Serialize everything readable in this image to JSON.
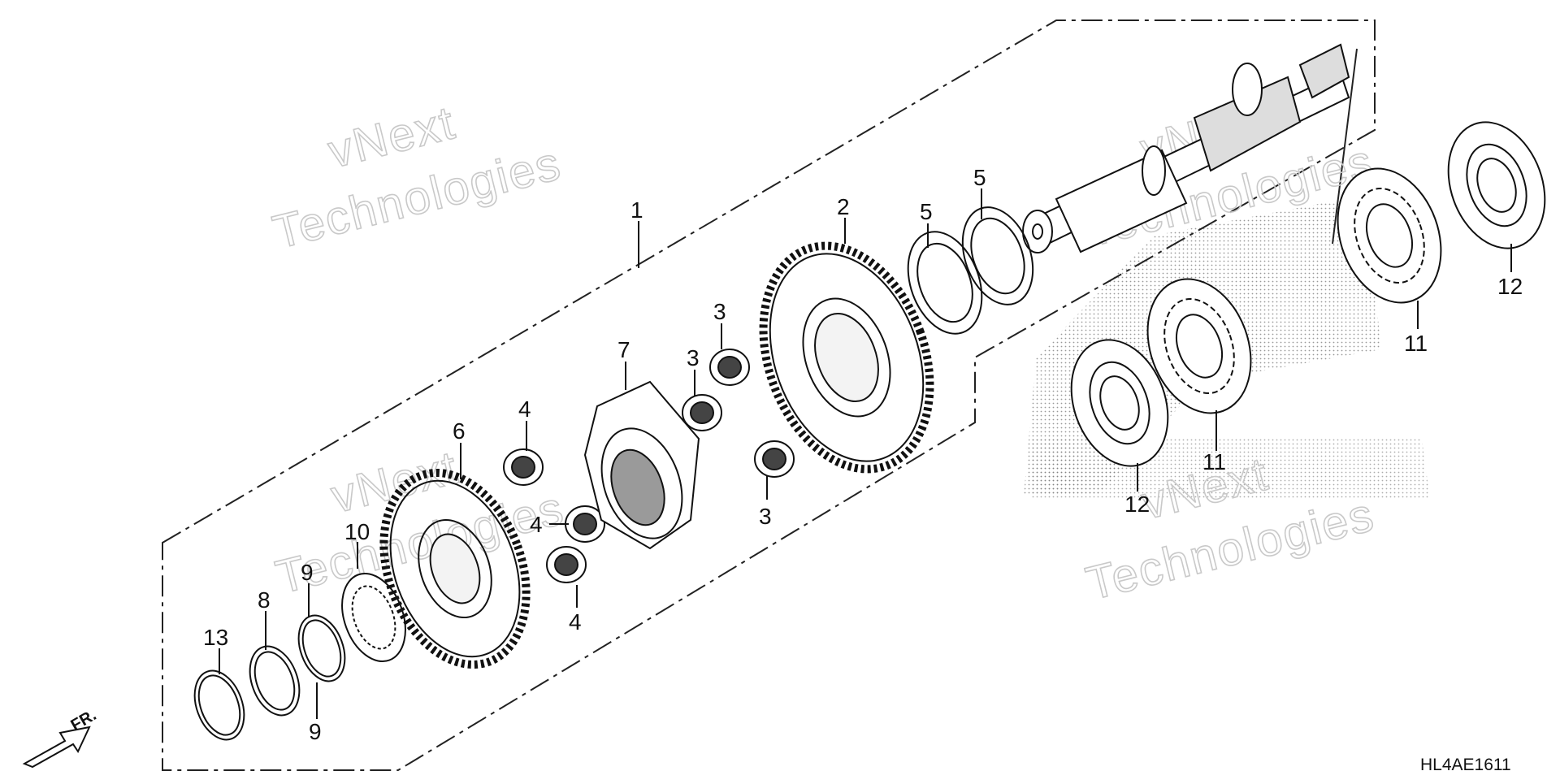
{
  "diagram": {
    "code": "HL4AE1611",
    "front_marker": "FR.",
    "watermark": {
      "line1": "vNext",
      "line2": "Technologies"
    },
    "labels": {
      "shaft": "1",
      "driven_gear": "2",
      "spring": "3",
      "spring_small": "4",
      "washer": "5",
      "gear": "6",
      "damper_hub": "7",
      "washer_thin": "8",
      "snap_ring_split": "9",
      "thrust_washer": "10",
      "bearing": "11",
      "oil_seal": "12",
      "circlip": "13"
    }
  }
}
